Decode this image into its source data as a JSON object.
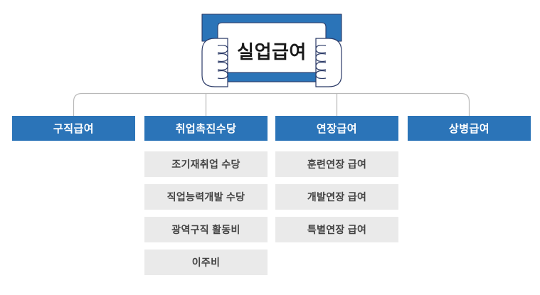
{
  "diagram": {
    "type": "organization-chart",
    "root": {
      "label": "실업급여",
      "icon": "hands-holding-sign-icon"
    },
    "colors": {
      "primary_blue": "#2b74b8",
      "hand_outline": "#2b3a67",
      "sub_box_gray": "#eaeaea",
      "sub_box_text": "#434343",
      "connector_line": "#b8b8b8",
      "head_box_text": "#ffffff"
    },
    "columns": [
      {
        "label": "구직급여",
        "children": []
      },
      {
        "label": "취업촉진수당",
        "children": [
          "조기재취업 수당",
          "직업능력개발 수당",
          "광역구직 활동비",
          "이주비"
        ]
      },
      {
        "label": "연장급여",
        "children": [
          "훈련연장 급여",
          "개발연장 급여",
          "특별연장 급여"
        ]
      },
      {
        "label": "상병급여",
        "children": []
      }
    ]
  }
}
